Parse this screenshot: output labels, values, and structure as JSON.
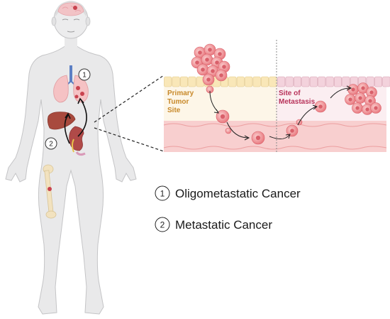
{
  "figure": {
    "primary_tumor_site": [
      "Primary",
      "Tumor",
      "Site"
    ],
    "site_of_metastasis": [
      "Site of",
      "Metastasis"
    ],
    "body_markers": [
      "1",
      "2"
    ]
  },
  "legend": {
    "items": [
      {
        "number": "1",
        "label": "Oligometastatic Cancer"
      },
      {
        "number": "2",
        "label": "Metastatic Cancer"
      }
    ]
  },
  "colors": {
    "body_fill": "#e9e9ea",
    "body_stroke": "#c4c4c6",
    "tumor": "#f08a8a",
    "tumor_dark": "#d9606a",
    "primary_label": "#c8892a",
    "metastasis_label": "#b8325a",
    "tissue_primary": "#f9e7b8",
    "tissue_metastasis": "#f3d2dc",
    "vessel": "#f6c9c9"
  }
}
